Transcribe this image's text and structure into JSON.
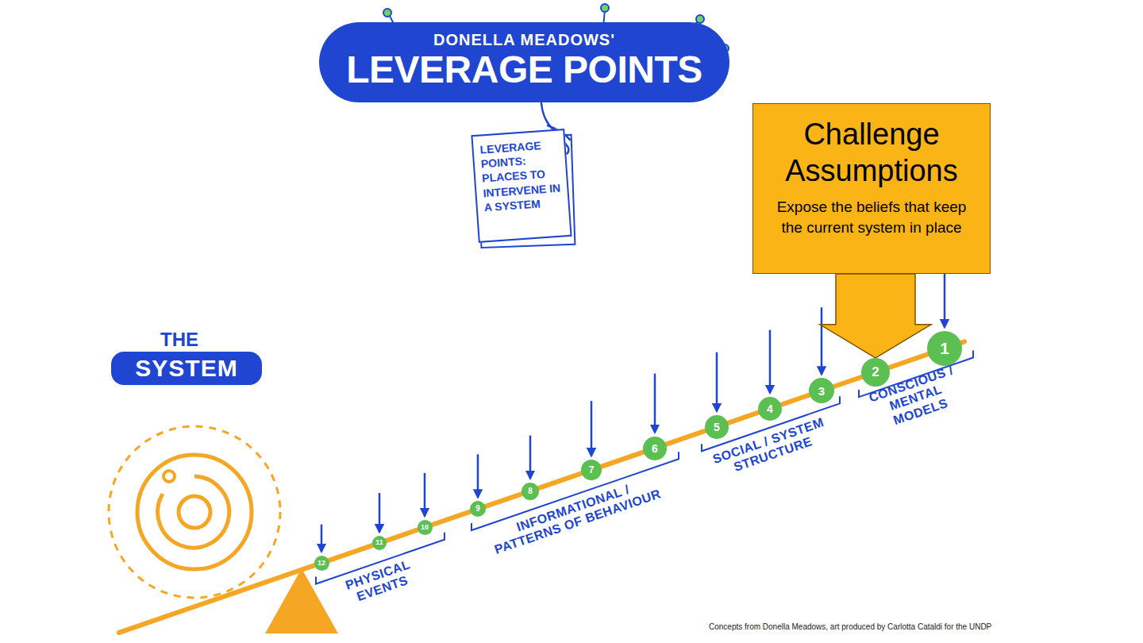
{
  "diagram": {
    "caption": "Concepts from Donella Meadows, art produced by Carlotta Cataldi for the UNDP",
    "nodes": [
      {
        "text": [
          "DONELLA MEADOWS'",
          "LEVERAGE POINTS"
        ]
      },
      {
        "text": [
          "LEVERAGE POINTS: PLACES TO INTERVENE IN A SYSTEM"
        ]
      },
      {
        "text": [
          "THE",
          "SYSTEM"
        ]
      },
      {
        "text": [
          "Challenge Assumptions",
          "Expose the beliefs that keep the current system in place"
        ]
      },
      {
        "text": [
          "12"
        ]
      },
      {
        "text": [
          "11"
        ]
      },
      {
        "text": [
          "10"
        ]
      },
      {
        "text": [
          "9"
        ]
      },
      {
        "text": [
          "8"
        ]
      },
      {
        "text": [
          "7"
        ]
      },
      {
        "text": [
          "6"
        ]
      },
      {
        "text": [
          "5"
        ]
      },
      {
        "text": [
          "4"
        ]
      },
      {
        "text": [
          "3"
        ]
      },
      {
        "text": [
          "2"
        ]
      },
      {
        "text": [
          "1"
        ]
      }
    ],
    "edges": [
      {
        "from": 3,
        "to": 14,
        "arrow": "to"
      }
    ],
    "labels": [
      "PHYSICAL EVENTS",
      "INFORMATIONAL / PATTERNS OF BEHAVIOUR",
      "SOCIAL / SYSTEM STRUCTURE",
      "CONSCIOUS / MENTAL MODELS"
    ]
  }
}
